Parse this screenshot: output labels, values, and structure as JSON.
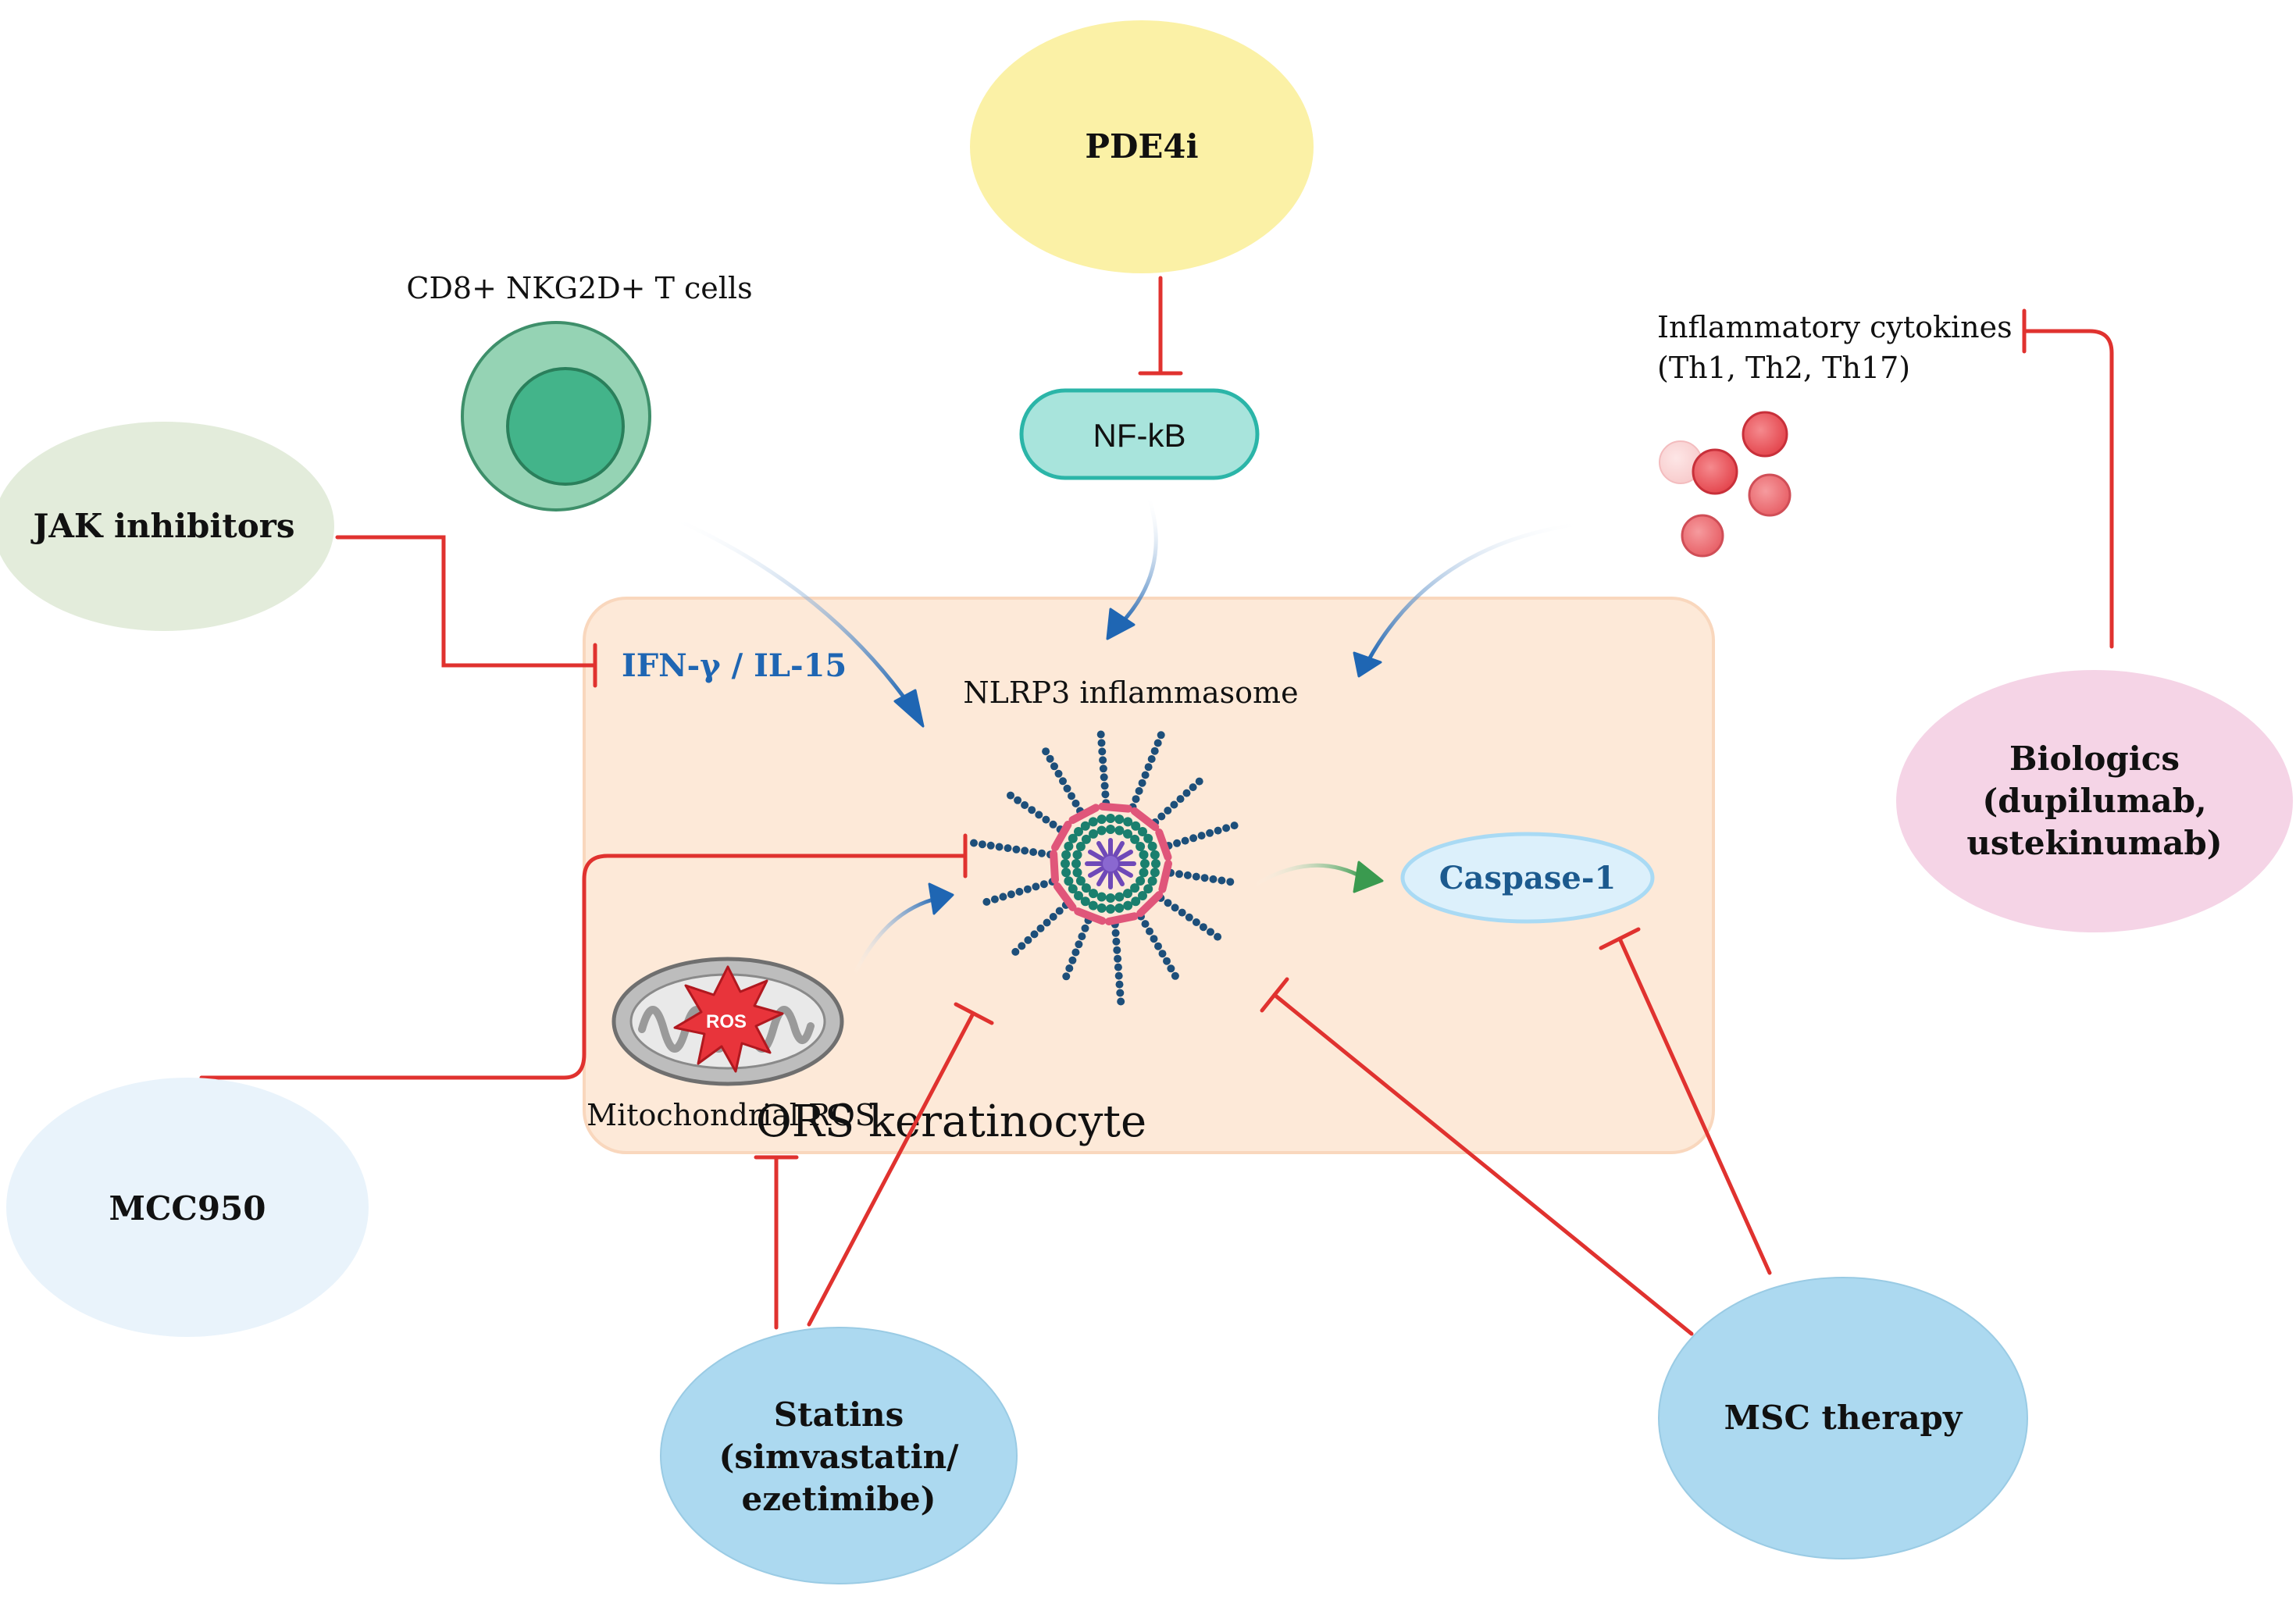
{
  "colors": {
    "inhibit": "#e0322f",
    "activate": "#1f66b3",
    "cell_fill": "#fde9d8",
    "pde4i": "#fbf1a6",
    "jak": "#e3ecdb",
    "mcc950": "#e9f3fb",
    "statins": "#acd9f0",
    "msc": "#acd9f0",
    "biologics": "#f5d4e6",
    "nfkb_fill": "#a8e4dc",
    "nfkb_stroke": "#2bb5a8",
    "caspase_fill": "#dcf0fb",
    "tcell_outer": "#95d3b4",
    "tcell_inner": "#43b48a",
    "cytokine": "#e9545a",
    "green_arrow": "#3a9a4f"
  },
  "cell": {
    "label": "ORS keratinocyte"
  },
  "nodes": {
    "pde4i": "PDE4i",
    "nfkb": "NF-kB",
    "jak": "JAK inhibitors",
    "mcc950": "MCC950",
    "statins": [
      "Statins",
      "(simvastatin/",
      "ezetimibe)"
    ],
    "msc": "MSC therapy",
    "biologics": [
      "Biologics",
      "(dupilumab,",
      "ustekinumab)"
    ],
    "caspase": "Caspase-1"
  },
  "labels": {
    "tcells": "CD8+ NKG2D+ T cells",
    "cytokines": [
      "Inflammatory cytokines",
      "(Th1, Th2, Th17)"
    ],
    "ifn": "IFN-γ / IL-15",
    "nlrp3": "NLRP3 inflammasome",
    "mito": "Mitochondrial ROS",
    "ros": "ROS"
  },
  "icons": {
    "tcell": "t-cell-icon",
    "cytokines": "cytokine-particles-icon",
    "inflammasome": "inflammasome-icon",
    "mitochondrion": "mitochondrion-icon"
  }
}
